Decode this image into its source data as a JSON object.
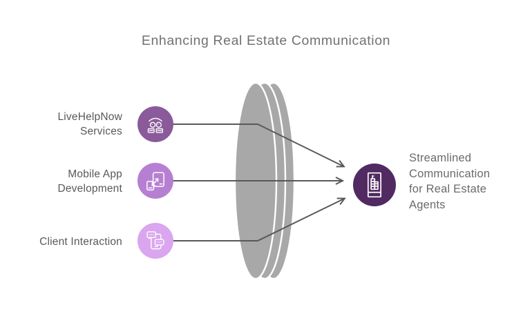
{
  "title": "Enhancing Real Estate Communication",
  "colors": {
    "title": "#717171",
    "label": "#58585a",
    "output_label": "#6a6a6a",
    "line": "#58585a",
    "lens": "#a8a8a8",
    "input1": "#8a5a9a",
    "input2": "#b77fd2",
    "input3": "#d9a6ef",
    "output": "#512a62"
  },
  "flow": {
    "inputs": [
      {
        "id": "livehelpnow-services",
        "icon": "support-team-icon",
        "label_lines": [
          "LiveHelpNow",
          "Services"
        ]
      },
      {
        "id": "mobile-app-development",
        "icon": "responsive-devices-icon",
        "label_lines": [
          "Mobile App",
          "Development"
        ]
      },
      {
        "id": "client-interaction",
        "icon": "chat-smartphone-icon",
        "label_lines": [
          "Client Interaction"
        ]
      }
    ],
    "output": {
      "id": "streamlined-communication",
      "icon": "smartphone-building-icon",
      "label_lines": [
        "Streamlined",
        "Communication",
        "for Real Estate",
        "Agents"
      ]
    }
  }
}
